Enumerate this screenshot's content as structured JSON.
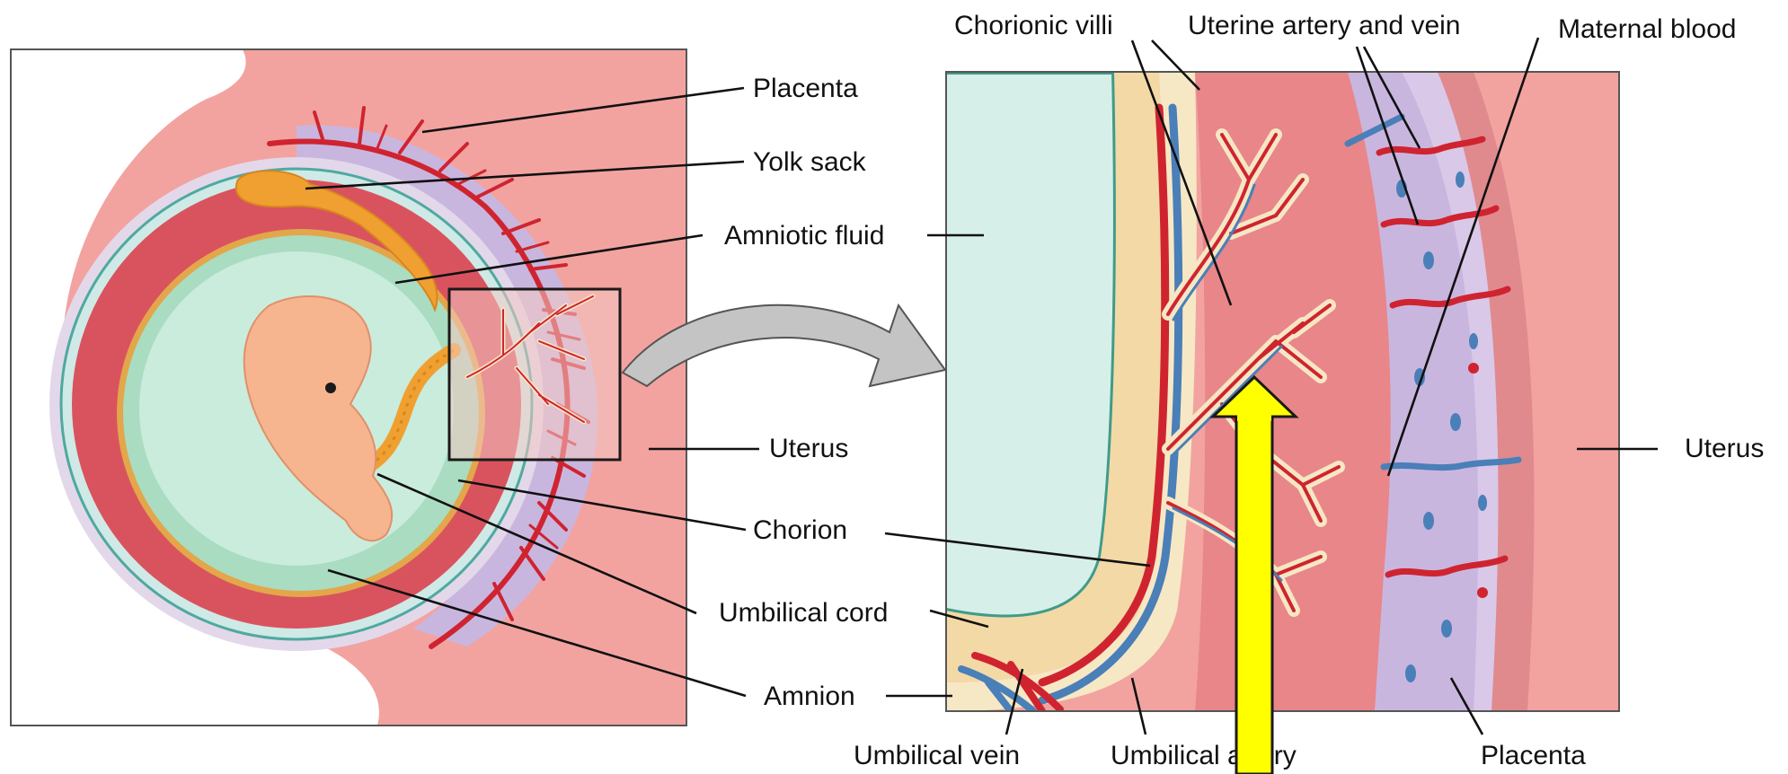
{
  "labels": {
    "placenta": "Placenta",
    "yolk_sack": "Yolk sack",
    "amniotic_fluid": "Amniotic fluid",
    "uterus_left": "Uterus",
    "chorion": "Chorion",
    "umbilical_cord": "Umbilical cord",
    "amnion": "Amnion",
    "chorionic_villi": "Chorionic villi",
    "uterine_artery_vein": "Uterine artery and vein",
    "maternal_blood": "Maternal blood",
    "uterus_right": "Uterus",
    "umbilical_vein": "Umbilical vein",
    "umbilical_artery": "Umbilical artery",
    "placenta_bottom": "Placenta"
  },
  "colors": {
    "uterus_wall": "#f2a3a0",
    "placenta": "#c9b6df",
    "chorion_red": "#d9535e",
    "amniotic_fluid": "#a9dcc0",
    "embryo": "#f7b58f",
    "yolk_sack": "#f0a030",
    "artery": "#cf2430",
    "vein": "#4a7fb8",
    "pointer_arrow": "#ffff00"
  }
}
